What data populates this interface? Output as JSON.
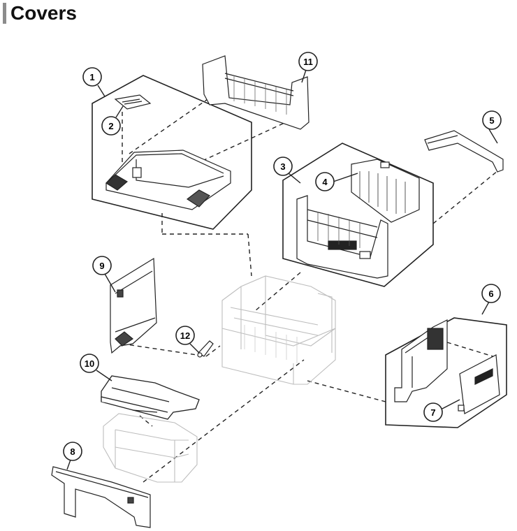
{
  "page": {
    "title": "Covers"
  },
  "callouts": [
    "1",
    "2",
    "3",
    "4",
    "5",
    "6",
    "7",
    "8",
    "9",
    "10",
    "11",
    "12"
  ],
  "colors": {
    "stroke": "#222222",
    "light": "#bdbdbd",
    "title_bar": "#8c8c8c"
  }
}
